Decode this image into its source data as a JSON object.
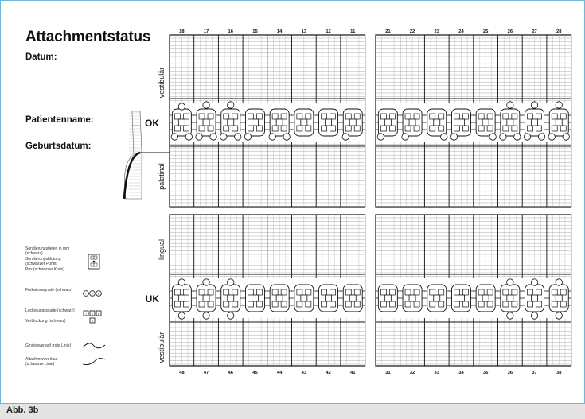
{
  "form": {
    "title": "Attachmentstatus",
    "fields": {
      "datum": "Datum:",
      "patientenname": "Patientenname:",
      "geburtsdatum": "Geburtsdatum:"
    }
  },
  "jaws": {
    "upper": {
      "label": "OK",
      "side_top": "vestibulär",
      "side_bottom": "palatinal",
      "teeth_left": [
        "18",
        "17",
        "16",
        "15",
        "14",
        "13",
        "12",
        "11"
      ],
      "teeth_right": [
        "21",
        "22",
        "23",
        "24",
        "25",
        "26",
        "27",
        "28"
      ]
    },
    "lower": {
      "label": "UK",
      "side_top": "lingual",
      "side_bottom": "vestibulär",
      "teeth_left": [
        "48",
        "47",
        "46",
        "45",
        "44",
        "43",
        "42",
        "41"
      ],
      "teeth_right": [
        "31",
        "32",
        "33",
        "34",
        "35",
        "36",
        "37",
        "38"
      ]
    }
  },
  "legend": {
    "probing": "Sondierungstiefen in mm (schwarz)",
    "bleeding": "Sondierungsblutung (schwarzer Punkt)",
    "pus": "Pus (schwarzer Kreis)",
    "furcation": "Furkationsgrade (schwarz)",
    "loosening": "Lockerungsgrade (schwarz)",
    "splinting": "Verblockung (schwarz)",
    "gingival": "Gingivaverlauf (rote Linie)",
    "attachment": "Attachmentverlauf (schwarze Linie)"
  },
  "caption": "Abb. 3b"
}
